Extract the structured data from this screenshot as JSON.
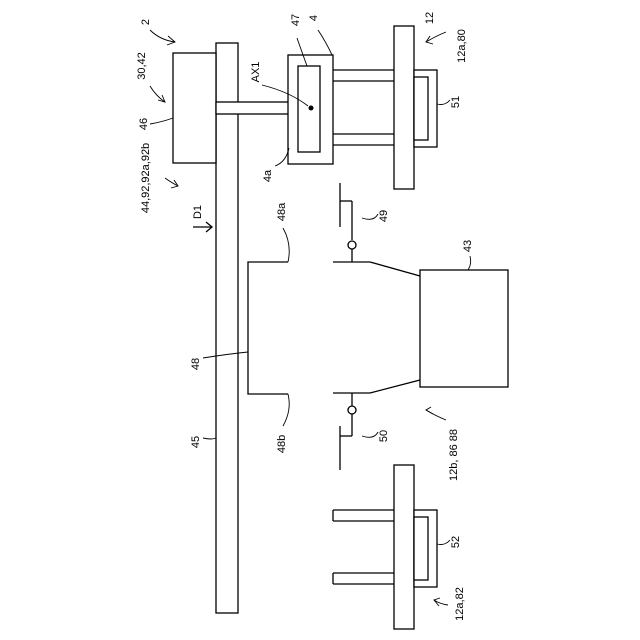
{
  "labels": {
    "ref_2": "2",
    "ref_30_42": "30,42",
    "ref_46": "46",
    "ref_44": "44,92,92a,92b",
    "ref_47": "47",
    "ref_4": "4",
    "ref_ax1": "AX1",
    "ref_4a": "4a",
    "ref_12": "12",
    "ref_12a80": "12a,80",
    "ref_51": "51",
    "ref_d1": "D1",
    "ref_48a": "48a",
    "ref_49": "49",
    "ref_43": "43",
    "ref_48": "48",
    "ref_48b": "48b",
    "ref_50": "50",
    "ref_12b": "12b, 86 88",
    "ref_45": "45",
    "ref_52": "52",
    "ref_12a82": "12a,82"
  }
}
